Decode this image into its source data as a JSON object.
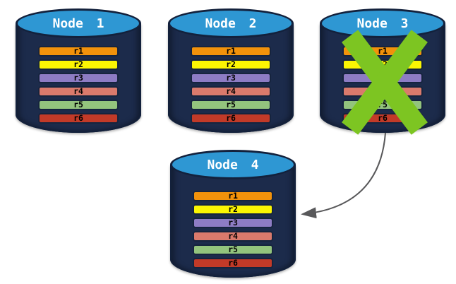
{
  "diagram": {
    "type": "database-replication-failover",
    "description": "Four database node cylinders each storing rows r1-r6; Node 3 is failed (crossed out) and its data is transferred to Node 4"
  },
  "nodes": [
    {
      "label": "Node 1",
      "status": "active",
      "rows": [
        "r1",
        "r2",
        "r3",
        "r4",
        "r5",
        "r6"
      ]
    },
    {
      "label": "Node 2",
      "status": "active",
      "rows": [
        "r1",
        "r2",
        "r3",
        "r4",
        "r5",
        "r6"
      ]
    },
    {
      "label": "Node 3",
      "status": "failed",
      "rows": [
        "r1",
        "r2",
        "r3",
        "r4",
        "r5",
        "r6"
      ]
    },
    {
      "label": "Node 4",
      "status": "active",
      "rows": [
        "r1",
        "r2",
        "r3",
        "r4",
        "r5",
        "r6"
      ]
    }
  ],
  "row_colors": {
    "r1": "#F2920B",
    "r2": "#FBF503",
    "r3": "#8D7CC4",
    "r4": "#DA7A6C",
    "r5": "#93C47D",
    "r6": "#C23A28"
  },
  "colors": {
    "cylinder_body": "#1C2B4B",
    "cylinder_top": "#2E97D3",
    "cylinder_outline": "#13213C",
    "failure_x": "#7DC522",
    "arrow": "#58585A"
  },
  "icons": {
    "failure": "x-mark-icon",
    "transfer": "curved-arrow-icon"
  }
}
